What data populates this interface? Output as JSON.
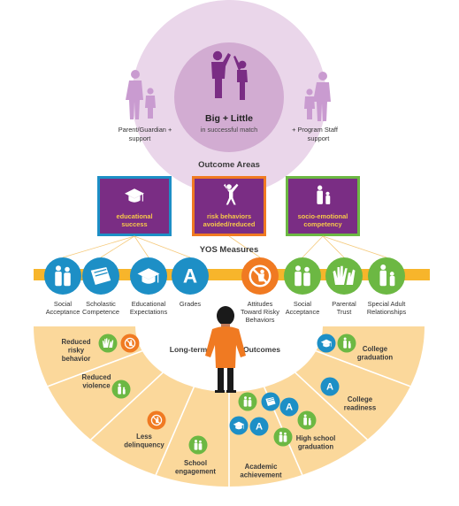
{
  "hub": {
    "title": "Big + Little",
    "subtitle": "in successful match"
  },
  "supports": {
    "left": [
      "Parent/Guardian +",
      "support"
    ],
    "right": [
      "+ Program Staff",
      "support"
    ]
  },
  "outcome_areas": {
    "heading": "Outcome Areas",
    "items": [
      {
        "lines": [
          "educational",
          "success"
        ],
        "color": "#1d8fc6",
        "icon": "graduation-cap-icon"
      },
      {
        "lines": [
          "risk behaviors",
          "avoided/reduced"
        ],
        "color": "#f07a22",
        "icon": "jumping-person-icon"
      },
      {
        "lines": [
          "socio-emotional",
          "competency"
        ],
        "color": "#6cb843",
        "icon": "adult-and-child-icon"
      }
    ]
  },
  "yos": {
    "heading": "YOS Measures",
    "items": [
      {
        "lines": [
          "Social",
          "Acceptance"
        ],
        "color": "#1d8fc6",
        "icon": "people-group-icon"
      },
      {
        "lines": [
          "Scholastic",
          "Competence"
        ],
        "color": "#1d8fc6",
        "icon": "book-icon"
      },
      {
        "lines": [
          "Educational",
          "Expectations"
        ],
        "color": "#1d8fc6",
        "icon": "graduation-cap-icon"
      },
      {
        "lines": [
          "Grades"
        ],
        "color": "#1d8fc6",
        "icon": "letter-a-icon"
      },
      {
        "lines": [
          "Attitudes",
          "Toward Risky",
          "Behaviors"
        ],
        "color": "#f07a22",
        "icon": "no-risk-icon"
      },
      {
        "lines": [
          "Social",
          "Acceptance"
        ],
        "color": "#6cb843",
        "icon": "people-group-icon"
      },
      {
        "lines": [
          "Parental",
          "Trust"
        ],
        "color": "#6cb843",
        "icon": "hands-icon"
      },
      {
        "lines": [
          "Special Adult",
          "Relationships"
        ],
        "color": "#6cb843",
        "icon": "adult-and-child-icon"
      }
    ]
  },
  "longterm": {
    "heading_left": "Long-term",
    "heading_right": "Outcomes",
    "items": [
      {
        "lines": [
          "Reduced",
          "risky",
          "behavior"
        ],
        "icons": [
          "hands-icon",
          "no-risk-icon"
        ]
      },
      {
        "lines": [
          "Reduced",
          "violence"
        ],
        "icons": [
          "adult-and-child-icon"
        ]
      },
      {
        "lines": [
          "Less",
          "delinquency"
        ],
        "icons": [
          "no-risk-icon"
        ]
      },
      {
        "lines": [
          "School",
          "engagement"
        ],
        "icons": [
          "people-group-icon"
        ]
      },
      {
        "lines": [
          "Academic",
          "achievement"
        ],
        "icons": [
          "people-group-icon",
          "book-icon",
          "graduation-cap-icon",
          "letter-a-icon",
          "people-group-icon"
        ]
      },
      {
        "lines": [
          "High school",
          "graduation"
        ],
        "icons": [
          "letter-a-icon",
          "adult-and-child-icon"
        ]
      },
      {
        "lines": [
          "College",
          "readiness"
        ],
        "icons": [
          "letter-a-icon"
        ]
      },
      {
        "lines": [
          "College",
          "graduation"
        ],
        "icons": [
          "graduation-cap-icon",
          "adult-and-child-icon"
        ]
      }
    ]
  },
  "colors": {
    "blue": "#1d8fc6",
    "orange": "#f07a22",
    "green": "#6cb843",
    "purple": "#7a2d84",
    "lilac": "#d9b9d9",
    "band": "#f7b52b",
    "fan": "#fbd89b"
  }
}
